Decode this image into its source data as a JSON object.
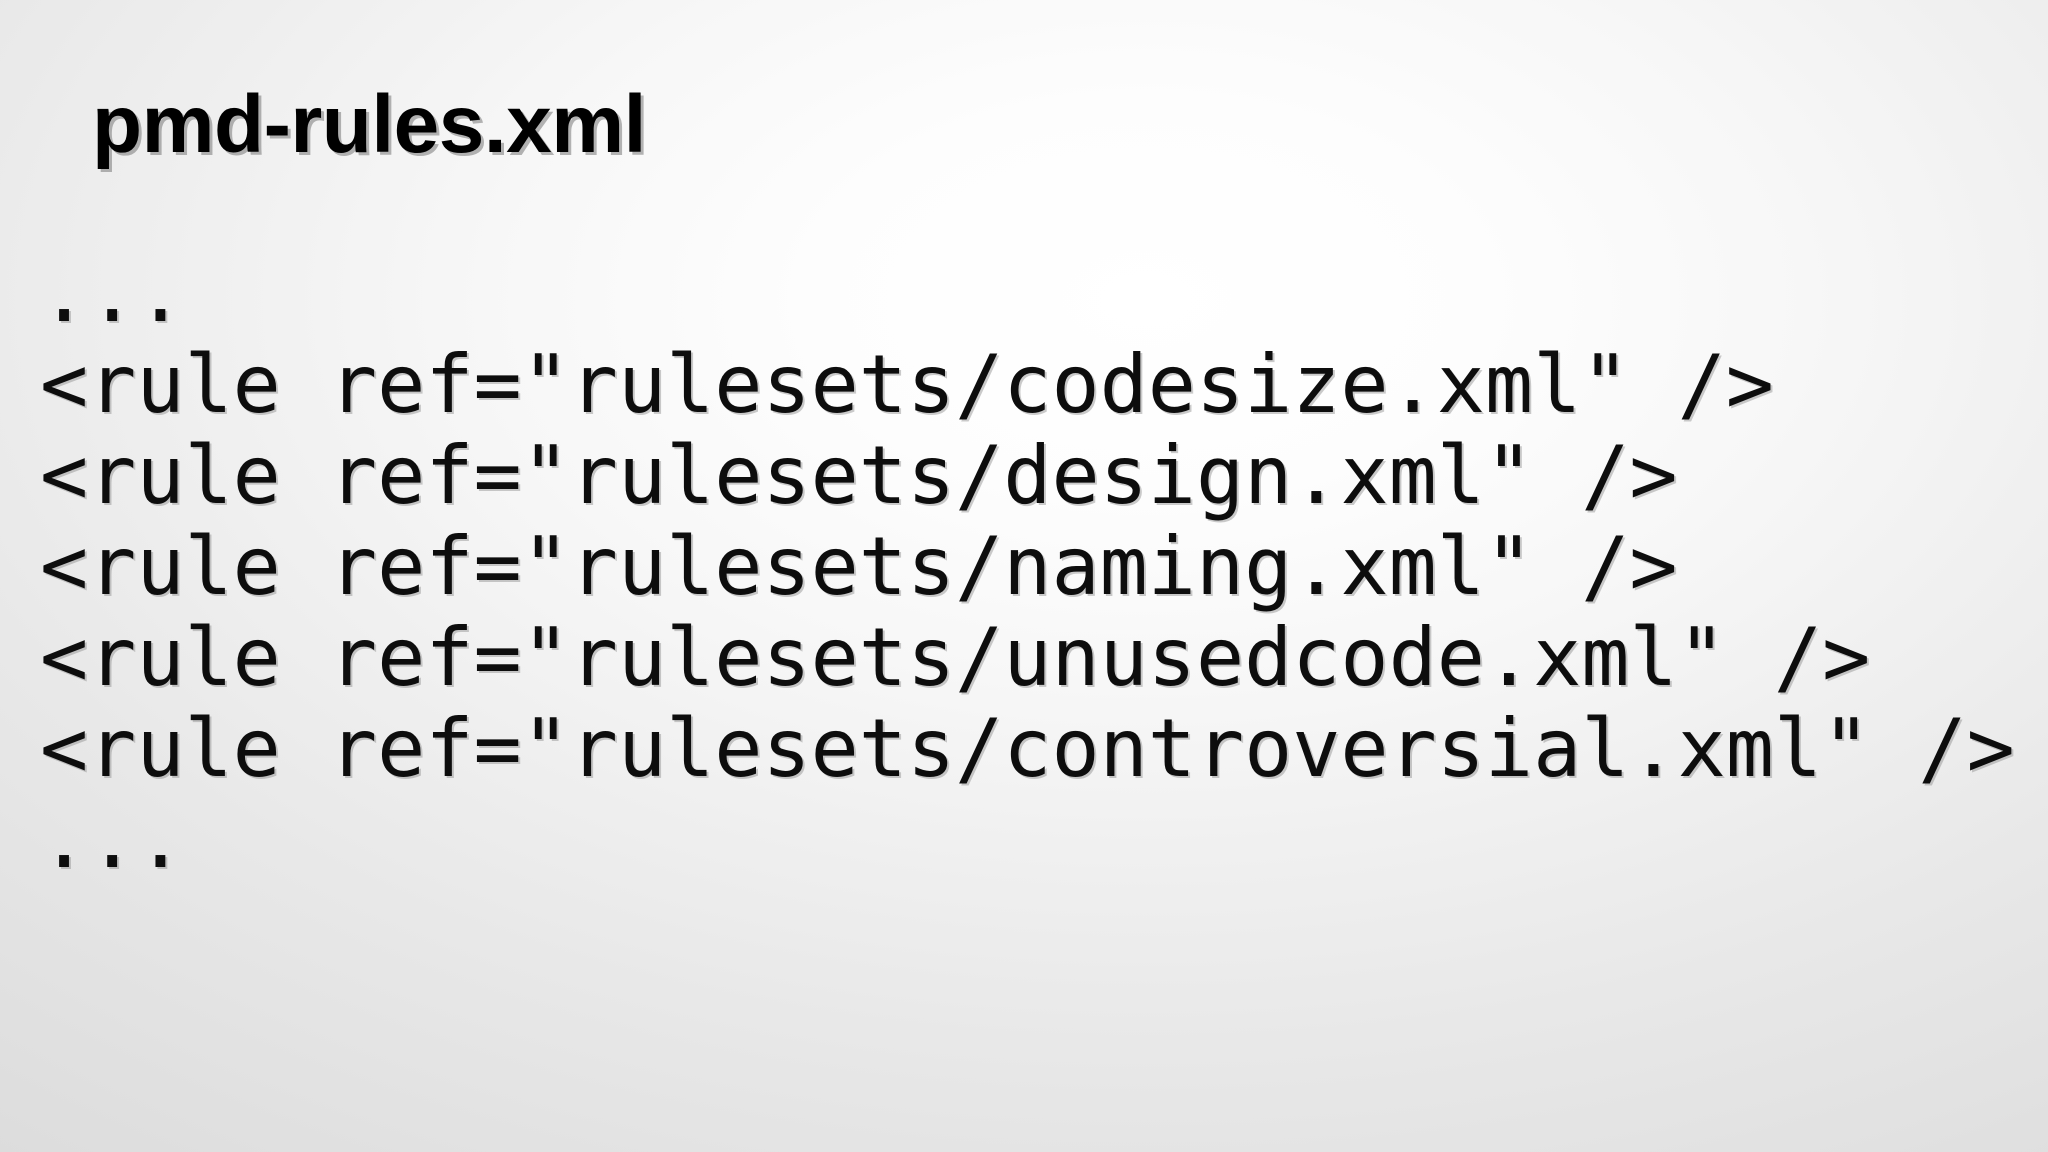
{
  "slide": {
    "title": "pmd-rules.xml",
    "background": {
      "type": "radial-gradient",
      "highlight_color": "#ffffff",
      "edge_color": "#d2d2d2"
    },
    "text_color": "#000000"
  },
  "code": {
    "language": "xml",
    "lines": [
      "...",
      "<rule ref=\"rulesets/codesize.xml\" />",
      "<rule ref=\"rulesets/design.xml\" />",
      "<rule ref=\"rulesets/naming.xml\" />",
      "<rule ref=\"rulesets/unusedcode.xml\" />",
      "<rule ref=\"rulesets/controversial.xml\" />",
      "..."
    ]
  }
}
